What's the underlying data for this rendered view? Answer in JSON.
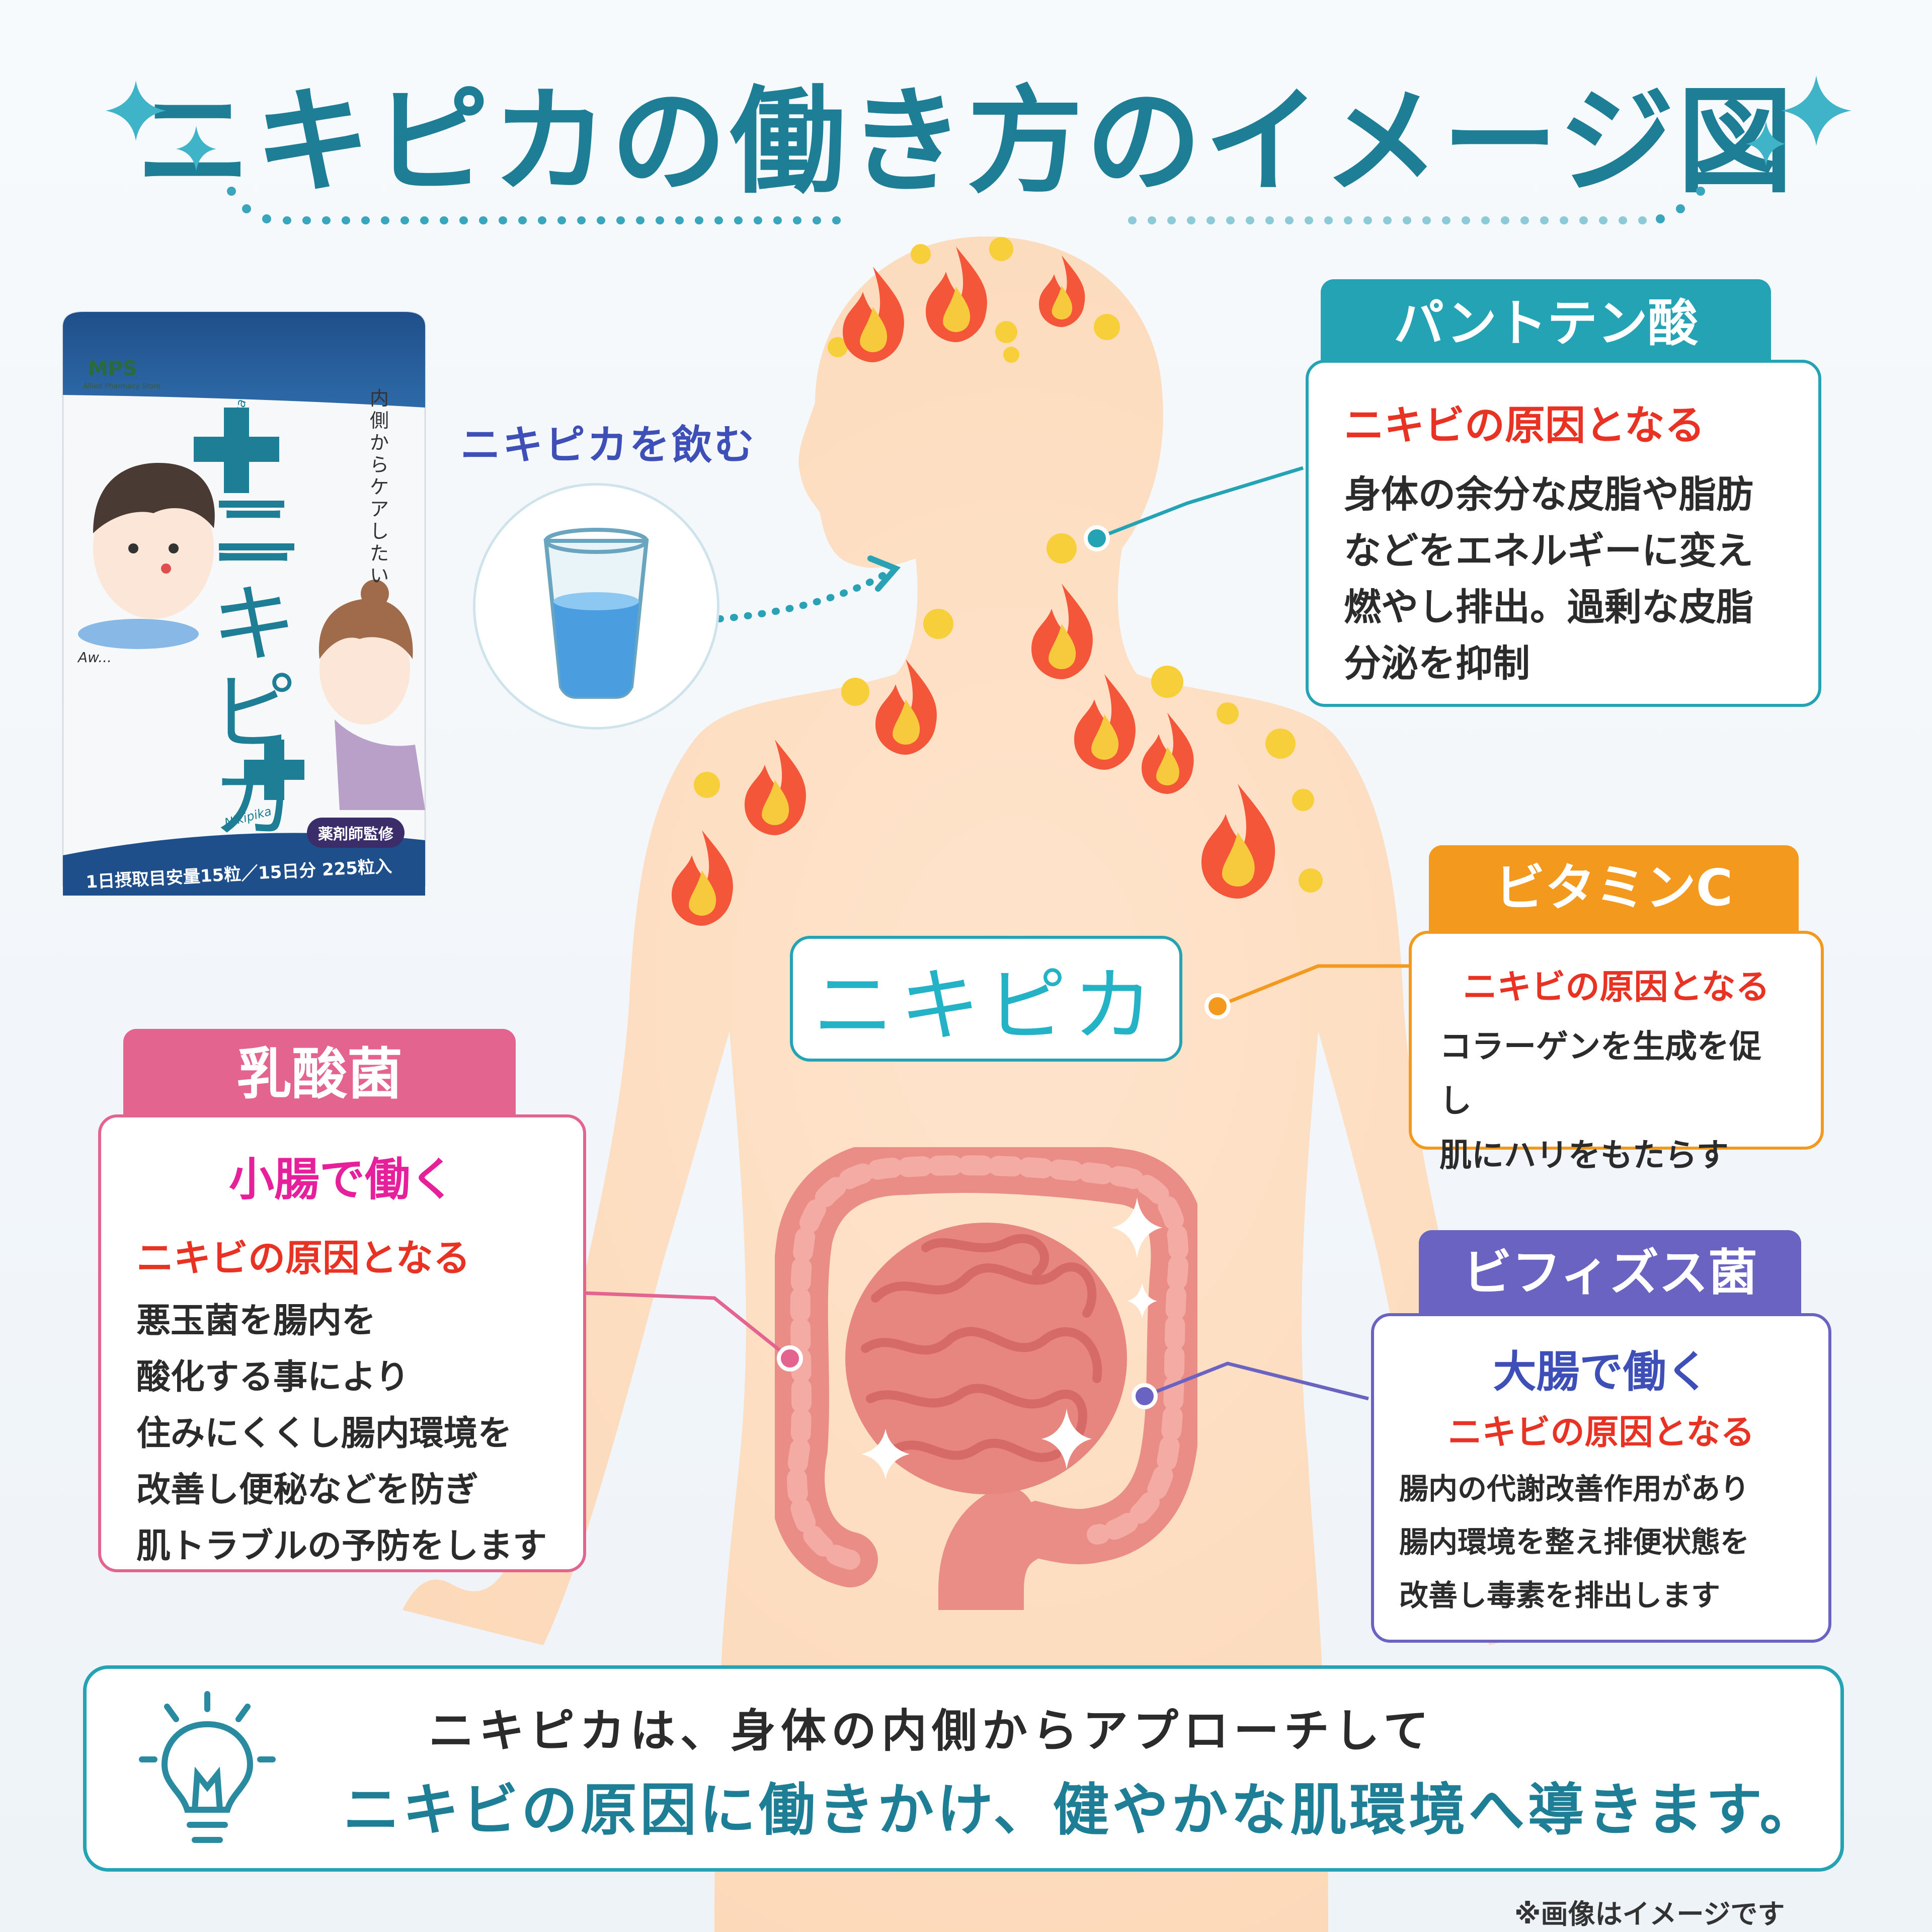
{
  "header": {
    "title": "ニキピカの働き方のイメージ図"
  },
  "package": {
    "brand": "MPS",
    "brand_sub": "Allied Pharmacy Store",
    "vertical_text": "内側からケアしたい",
    "product_name": "ニキピカ",
    "script_text": "Nikipika",
    "badge": "薬剤師監修",
    "footer": "1日摂取目安量15粒／15日分 225粒入",
    "exclaim": "Aw..."
  },
  "drink": {
    "label": "ニキピカを飲む"
  },
  "center_label": "ニキピカ",
  "callouts": {
    "pantothenic": {
      "title": "パントテン酸",
      "lead": "ニキビの原因となる",
      "lines": [
        "身体の余分な皮脂や脂肪",
        "などをエネルギーに変え",
        "燃やし排出。過剰な皮脂",
        "分泌を抑制"
      ]
    },
    "vitamin_c": {
      "title": "ビタミンC",
      "lead": "ニキビの原因となる",
      "lines": [
        "コラーゲンを生成を促し",
        "肌にハリをもたらす"
      ]
    },
    "lactic": {
      "title": "乳酸菌",
      "subtitle": "小腸で働く",
      "lead": "ニキビの原因となる",
      "lines": [
        "悪玉菌を腸内を",
        "酸化する事により",
        "住みにくくし腸内環境を",
        "改善し便秘などを防ぎ",
        "肌トラブルの予防をします"
      ]
    },
    "bifidus": {
      "title": "ビフィズス菌",
      "subtitle": "大腸で働く",
      "lead": "ニキビの原因となる",
      "lines": [
        "腸内の代謝改善作用があり",
        "腸内環境を整え排便状態を",
        "改善し毒素を排出します"
      ]
    }
  },
  "summary": {
    "line1": "ニキピカは、身体の内側からアプローチして",
    "line2": "ニキビの原因に働きかけ、健やかな肌環境へ導きます。"
  },
  "footnote": "※画像はイメージです",
  "colors": {
    "title": "#1d7e95",
    "teal": "#23a3b3",
    "orange": "#f39a1e",
    "pink": "#e2648f",
    "purple": "#6a63c2",
    "red": "#e83224",
    "magenta": "#e6209a",
    "skin": "#fde3c8",
    "intestine": "#ec8c86"
  },
  "icons": [
    "sparkle-icon",
    "flame-icon",
    "glass-icon",
    "lightbulb-icon",
    "arrow-icon"
  ]
}
